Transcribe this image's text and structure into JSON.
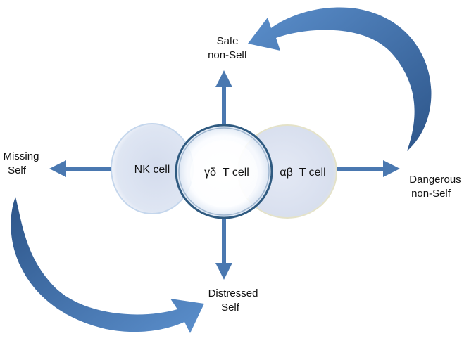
{
  "cells": {
    "nk": "NK cell",
    "gd": "γδ  T cell",
    "ab": "αβ  T cell"
  },
  "labels": {
    "safe": [
      "Safe",
      "non-Self"
    ],
    "missing": [
      "Missing",
      "Self"
    ],
    "dangerous": [
      "Dangerous",
      "non-Self"
    ],
    "distressed": [
      "Distressed",
      "Self"
    ]
  },
  "colors": {
    "arrow": "#4a78b0",
    "curved_arrow": "#3d6aa6",
    "cell_fill": "#dde4f2",
    "gd_ring": "#2f5a80"
  }
}
